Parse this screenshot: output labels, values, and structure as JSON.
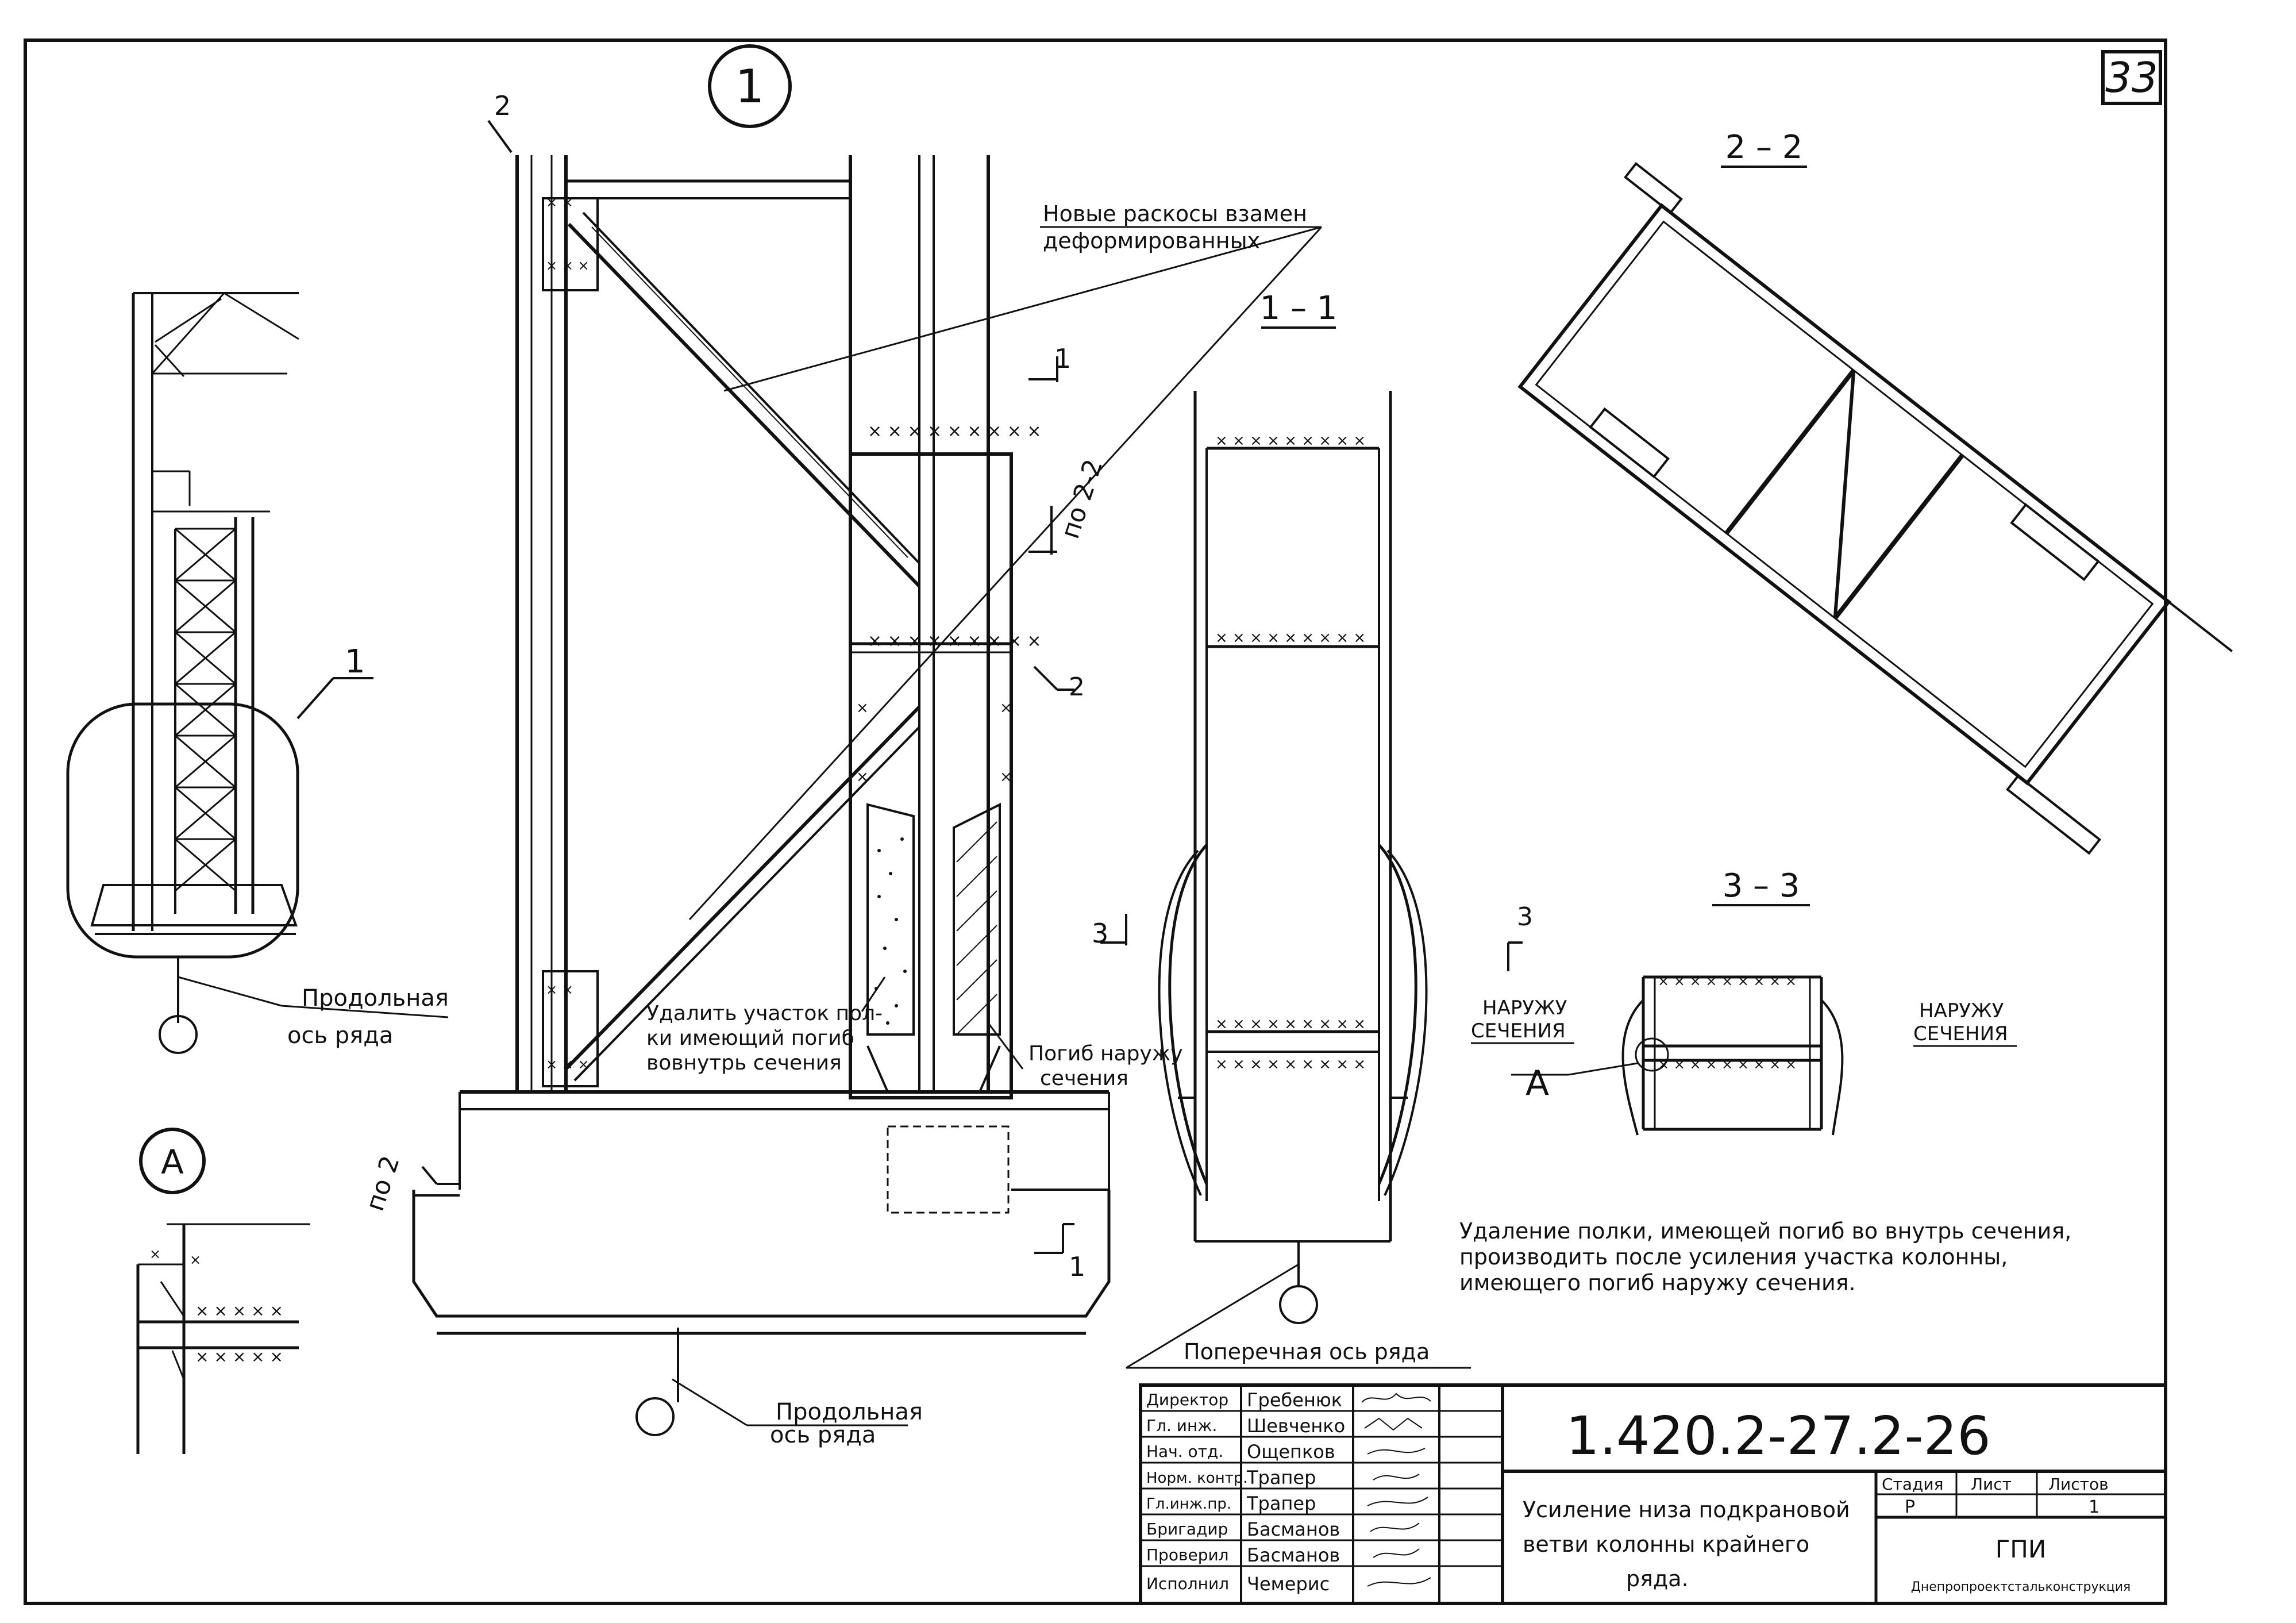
{
  "sheet_number": "33",
  "section_marks": {
    "node_1": "1",
    "node_a": "А",
    "cut_1": "1",
    "cut_2": "2",
    "cut_3": "3",
    "by_2_2": "по 2-2",
    "by_2": "по 2"
  },
  "section_titles": {
    "s1_1": "1 – 1",
    "s2_2": "2 – 2",
    "s3_3": "3 – 3"
  },
  "annotations": {
    "new_braces_l1": "Новые раскосы взамен",
    "new_braces_l2": "деформированных",
    "remove_flange_l1": "Удалить участок пол-",
    "remove_flange_l2": "ки имеющий погиб",
    "remove_flange_l3": "вовнутрь сечения",
    "bend_out_l1": "Погиб наружу",
    "bend_out_l2": "сечения",
    "outward_left_l1": "НАРУЖУ",
    "outward_left_l2": "СЕЧЕНИЯ",
    "outward_right_l1": "НАРУЖУ",
    "outward_right_l2": "СЕЧЕНИЯ",
    "detail_a": "А",
    "leader_1": "1",
    "long_axis_l1": "Продольная",
    "long_axis_l2": "ось ряда",
    "long_axis2_l1": "Продольная",
    "long_axis2_l2": "ось ряда",
    "cross_axis": "Поперечная ось ряда"
  },
  "note": {
    "l1": "Удаление полки, имеющей погиб во внутрь сечения,",
    "l2": "производить после усиления участка колонны,",
    "l3": "имеющего погиб наружу сечения."
  },
  "title_block": {
    "roles": [
      "Директор",
      "Гл. инж.",
      "Нач. отд.",
      "Норм. контр.",
      "Гл.инж.пр.",
      "Бригадир",
      "Проверил",
      "Исполнил"
    ],
    "names": [
      "Гребенюк",
      "Шевченко",
      "Ощепков",
      "Трапер",
      "Трапер",
      "Басманов",
      "Басманов",
      "Чемерис"
    ],
    "doc_code": "1.420.2-27.2-26",
    "title_l1": "Усиление низа подкрановой",
    "title_l2": "ветви колонны крайнего",
    "title_l3": "ряда.",
    "stage_label": "Стадия",
    "sheet_label": "Лист",
    "sheets_label": "Листов",
    "stage_value": "Р",
    "sheets_value": "1",
    "org": "ГПИ",
    "org_full": "Днепропроектстальконструкция"
  }
}
